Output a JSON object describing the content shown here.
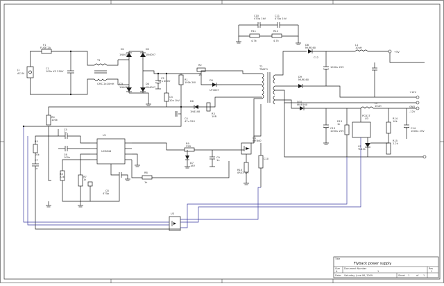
{
  "title_block": {
    "size_label": "Size",
    "size_value": "A",
    "title_label": "Title",
    "title_value": "Flyback power supply",
    "doc_label": "Document Number",
    "doc_value": "1",
    "rev_label": "Rev",
    "rev_value": "1",
    "date_label": "Date:",
    "date_value": "Saturday, June 06, 2009",
    "sheet_label": "Sheet",
    "sheet_value": "1",
    "of_label": "of",
    "of_value": "1"
  },
  "components": {
    "f1": {
      "ref": "F1",
      "value": "FUSE 2A"
    },
    "vin": {
      "ref": "J1",
      "value": "AC IN"
    },
    "c1": {
      "ref": "C1",
      "value": "100n X2 250V"
    },
    "t1": {
      "ref": "T1",
      "value": "CMC 2x10mH"
    },
    "d1": {
      "ref": "D1",
      "value": "1N4007"
    },
    "d2": {
      "ref": "D2",
      "value": "1N4007"
    },
    "d3": {
      "ref": "D3",
      "value": "1N4007"
    },
    "d4": {
      "ref": "D4",
      "value": "1N4007"
    },
    "c2": {
      "ref": "C2",
      "value": "47u 400V"
    },
    "r1": {
      "ref": "R1",
      "value": "100k 2W"
    },
    "c3": {
      "ref": "C3",
      "value": "10n 1kV"
    },
    "r2": {
      "ref": "R2",
      "value": "1R"
    },
    "tr1": {
      "ref": "T2",
      "value": "TRAFO"
    },
    "d5": {
      "ref": "D5",
      "value": "UF4007"
    },
    "d6": {
      "ref": "D6",
      "value": "1N4148"
    },
    "r3": {
      "ref": "R3",
      "value": "10R"
    },
    "c4": {
      "ref": "C4",
      "value": "47u 25V"
    },
    "u1": {
      "ref": "U1",
      "value": "UC3844"
    },
    "r4": {
      "ref": "R4",
      "value": "100k"
    },
    "c5": {
      "ref": "C5",
      "value": "1n"
    },
    "c6": {
      "ref": "C6",
      "value": "100n"
    },
    "r5": {
      "ref": "R5",
      "value": "10k"
    },
    "c7": {
      "ref": "C7",
      "value": "1n"
    },
    "r6": {
      "ref": "R6",
      "value": "22k"
    },
    "r7": {
      "ref": "R7",
      "value": "1k"
    },
    "c8": {
      "ref": "C8",
      "value": "470p"
    },
    "r8": {
      "ref": "R8",
      "value": "1k"
    },
    "q1": {
      "ref": "Q1",
      "value": "IRF840"
    },
    "d7": {
      "ref": "D7",
      "value": "18V"
    },
    "r9": {
      "ref": "R9",
      "value": "22R"
    },
    "r10": {
      "ref": "R10",
      "value": "0R33 1W"
    },
    "c9": {
      "ref": "C9",
      "value": "1n"
    },
    "c10": {
      "ref": "C10",
      "value": "470p 1kV"
    },
    "c11": {
      "ref": "C11",
      "value": "470p 1kV"
    },
    "r11": {
      "ref": "R11",
      "value": "4.7k"
    },
    "r12": {
      "ref": "R12",
      "value": "4.7k"
    },
    "d8": {
      "ref": "D8",
      "value": "MUR160"
    },
    "d9": {
      "ref": "D9",
      "value": "MUR160"
    },
    "d10": {
      "ref": "D10",
      "value": "MUR160"
    },
    "c12": {
      "ref": "C12",
      "value": "1000u 25V"
    },
    "c13": {
      "ref": "C13",
      "value": "1000u 25V"
    },
    "c14": {
      "ref": "C14",
      "value": "1000u 25V"
    },
    "l1": {
      "ref": "L1",
      "value": "10uH"
    },
    "l2": {
      "ref": "L2",
      "value": "10uH"
    },
    "r13": {
      "ref": "R13",
      "value": "1k"
    },
    "r14": {
      "ref": "R14",
      "value": "10k"
    },
    "u2": {
      "ref": "U2",
      "value": "TL431"
    },
    "u3": {
      "ref": "U3",
      "value": "PC817"
    },
    "r15": {
      "ref": "R15",
      "value": "2.2k"
    }
  },
  "outputs": {
    "out1": {
      "name": "+5V"
    },
    "out2": {
      "name": "+12V"
    },
    "out3": {
      "name": "GND"
    },
    "out4": {
      "name": "-12V"
    }
  }
}
